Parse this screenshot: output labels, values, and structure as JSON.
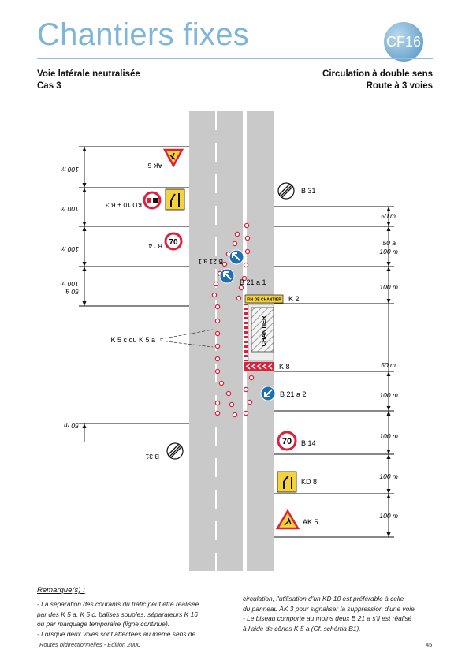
{
  "page": {
    "title": "Chantiers fixes",
    "badge": "CF16"
  },
  "header": {
    "left_line1": "Voie latérale neutralisée",
    "left_line2": "Cas 3",
    "right_line1": "Circulation à double sens",
    "right_line2": "Route à 3 voies"
  },
  "diagram": {
    "left_signs": {
      "ak5": "AK 5",
      "kd10_b3": "KD 10 + B 3",
      "b14": "B 14",
      "b21a1": "B 21 a 1",
      "b31": "B 31"
    },
    "left_distances": {
      "d1": "100 m",
      "d2": "100 m",
      "d3": "100 m",
      "d4a": "50 à",
      "d4b": "100 m",
      "d5": "50 m"
    },
    "right_signs": {
      "b31": "B 31",
      "b21a1": "B 21 a 1",
      "k2": "K 2",
      "k8": "K 8",
      "b21a2": "B 21 a 2",
      "b14": "B 14",
      "kd8": "KD 8",
      "ak5": "AK 5"
    },
    "right_distances": {
      "d1": "50 m",
      "d2a": "50 à",
      "d2b": "100 m",
      "d3": "100 m",
      "d4": "50 m",
      "d5": "100 m",
      "d6": "100 m",
      "d7": "100 m",
      "d8": "100 m"
    },
    "cones_label": "K 5 c ou K 5 a",
    "works_label": "CHANTIER",
    "k2_text": "FIN DE CHANTIER",
    "b14_value": "70",
    "colors": {
      "road": "#c8c8c8",
      "cone": "#e0203a",
      "blue_sign": "#1f6fb6",
      "works_yellow": "#f3d23b",
      "accent": "#7fb6d8"
    }
  },
  "remarks": {
    "title": "Remarque(s) :",
    "col1": [
      "- La séparation des courants du trafic peut être réalisée",
      "par des K 5 a, K 5 c, balises souples, séparateurs K 16",
      "ou par marquage temporaire (ligne continue).",
      "- Lorsque deux voies sont affectées au même sens de"
    ],
    "col2": [
      "circulation, l'utilisation d'un KD 10 est préférable à celle",
      "du panneau AK 3 pour signaliser la suppression d'une voie.",
      "- Le biseau comporte au moins deux B 21 a s'il est réalisé",
      "à l'aide de cônes K 5 a (Cf. schéma B1)."
    ]
  },
  "footer": {
    "left": "Routes bidirectionnelles - Édition 2000",
    "page_number": "45"
  }
}
